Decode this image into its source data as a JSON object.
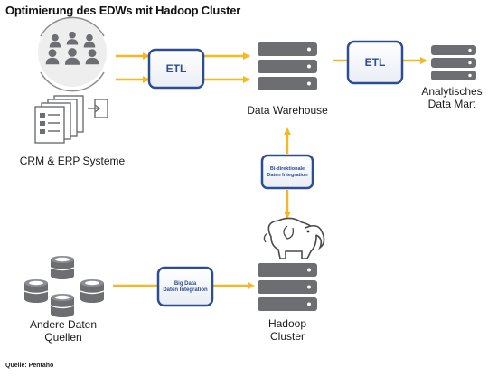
{
  "title": "Optimierung des EDWs mit Hadoop Cluster",
  "labels": {
    "crm_erp": "CRM & ERP Systeme",
    "data_warehouse": "Data Warehouse",
    "analytical_mart_line1": "Analytisches",
    "analytical_mart_line2": "Data Mart",
    "other_sources_line1": "Andere Daten",
    "other_sources_line2": "Quellen",
    "hadoop_line1": "Hadoop",
    "hadoop_line2": "Cluster"
  },
  "boxes": {
    "etl_1": "ETL",
    "etl_2": "ETL",
    "bidir_line1": "Bi-direktionale",
    "bidir_line2": "Daten Integration",
    "bigdata_line1": "Big Data",
    "bigdata_line2": "Daten Integration"
  },
  "source": "Quelle: Pentaho",
  "colors": {
    "arrow": "#f5b820",
    "box_border": "#2d4d92",
    "box_text": "#2d4d92",
    "icon_gray": "#6d6e71"
  }
}
